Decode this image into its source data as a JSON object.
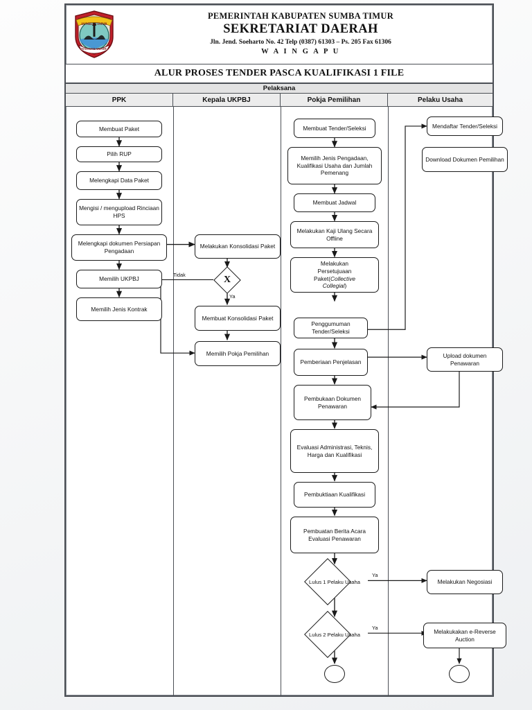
{
  "header": {
    "logo_icon": "sumba-timur-emblem",
    "line1": "PEMERINTAH KABUPATEN SUMBA TIMUR",
    "line2": "SEKRETARIAT DAERAH",
    "address": "Jln. Jend. Soeharto No. 42 Telp (0387) 61303 – Ps. 205 Fax 61306",
    "city": "W A I N G A P U"
  },
  "document": {
    "title": "ALUR PROSES TENDER PASCA KUALIFIKASI 1 FILE",
    "band_label": "Pelaksana"
  },
  "columns": [
    {
      "label": "PPK"
    },
    {
      "label": "Kepala UKPBJ"
    },
    {
      "label": "Pokja Pemilihan"
    },
    {
      "label": "Pelaku Usaha"
    }
  ],
  "nodes": {
    "ppk": [
      {
        "id": "ppk1",
        "text": "Membuat Paket"
      },
      {
        "id": "ppk2",
        "text": "Pilih RUP"
      },
      {
        "id": "ppk3",
        "text": "Melengkapi Data Paket"
      },
      {
        "id": "ppk4",
        "text": "Mengisi / mengupload Rinciaan HPS"
      },
      {
        "id": "ppk5",
        "text": "Melengkapi dokumen Persiapan Pengadaan"
      },
      {
        "id": "ppk6",
        "text": "Memilih UKPBJ"
      },
      {
        "id": "ppk7",
        "text": "Memilih Jenis Kontrak"
      }
    ],
    "ukpbj": [
      {
        "id": "ukp1",
        "text": "Melakukan Konsolidasi Paket"
      },
      {
        "id": "ukp2",
        "text": "Membuat Konsolidasi Paket"
      },
      {
        "id": "ukp3",
        "text": "Memilih Pokja Pemilihan"
      }
    ],
    "ukpbj_decision": {
      "id": "ukpX",
      "text": "X",
      "yes_label": "Ya",
      "no_label": "Tidak"
    },
    "pokja": [
      {
        "id": "pk1",
        "text": "Membuat Tender/Seleksi"
      },
      {
        "id": "pk2",
        "text": "Memilih Jenis Pengadaan, Kualifikasi Usaha dan Jumlah Pemenang"
      },
      {
        "id": "pk3",
        "text": "Membuat Jadwal"
      },
      {
        "id": "pk4",
        "text": "Melakukan Kaji Ulang Secara Offline"
      },
      {
        "id": "pk5",
        "text": "Melakukan Persetujuaan Paket(Collective Collegial)"
      },
      {
        "id": "pk6",
        "text": "Penggumuman Tender/Seleksi"
      },
      {
        "id": "pk7",
        "text": "Pemberiaan Penjelasan"
      },
      {
        "id": "pk8",
        "text": "Pembukaan Dokumen Penawaran"
      },
      {
        "id": "pk9",
        "text": "Evaluasi Administrasi, Teknis, Harga dan Kualifikasi"
      },
      {
        "id": "pk10",
        "text": "Pembuktiaan Kualifikasi"
      },
      {
        "id": "pk11",
        "text": "Pembuatan Berita Acara Evaluasi Penawaran"
      }
    ],
    "pokja_decisions": [
      {
        "id": "dec1",
        "text": "Lulus 1 Pelaku Usaha",
        "yes_label": "Ya"
      },
      {
        "id": "dec2",
        "text": "Lulus 2 Pelaku Usaha",
        "yes_label": "Ya"
      }
    ],
    "pelaku": [
      {
        "id": "pu1",
        "text": "Mendaftar Tender/Seleksi"
      },
      {
        "id": "pu2",
        "text": "Download Dokumen Pemilihan"
      },
      {
        "id": "pu3",
        "text": "Upload dokumen Penawaran"
      },
      {
        "id": "pu4",
        "text": "Melakukan Negosiasi"
      },
      {
        "id": "pu5",
        "text": "Melakukakan e-Reverse Auction"
      }
    ],
    "terminators": [
      {
        "id": "end1",
        "lane": "pokja"
      },
      {
        "id": "end2",
        "lane": "pelaku"
      }
    ]
  },
  "pk5_parts": {
    "line1": "Melakukan",
    "line2": "Persetujuaan",
    "line3a": "Paket(",
    "line3b": "Collective",
    "line4b": "Collegial",
    "line4c": ")"
  },
  "colors": {
    "frame": "#4b4f55",
    "node_border": "#1a1a1a",
    "band_bg": "#e3e3e3",
    "header_bg": "#ececec",
    "text": "#111111"
  }
}
